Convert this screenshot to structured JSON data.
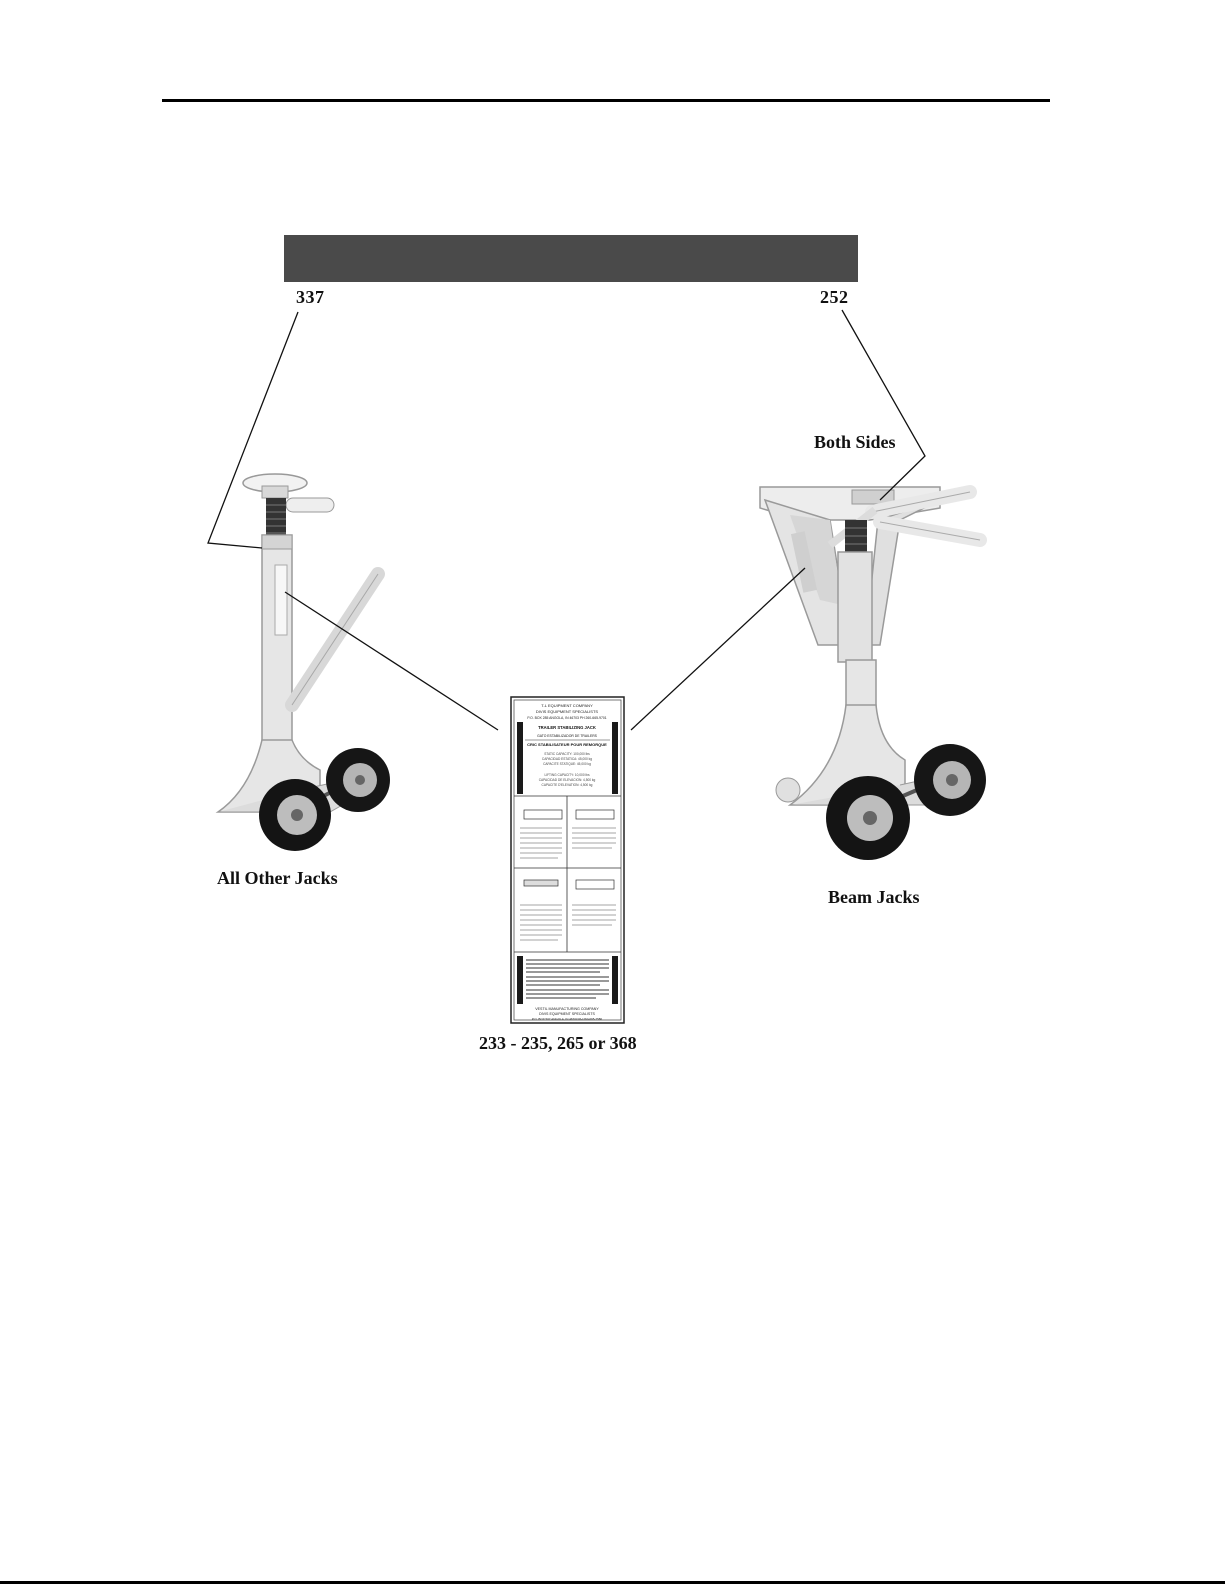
{
  "references": {
    "left_top": "337",
    "right_top": "252",
    "decal": "233 - 235, 265 or 368"
  },
  "captions": {
    "both_sides": "Both Sides",
    "all_other_jacks": "All Other Jacks",
    "beam_jacks": "Beam Jacks"
  },
  "decal": {
    "header_lines": [
      "T-L EQUIPMENT COMPANY",
      "DIVIS EQUIPMENT SPECIALISTS",
      "P.O. BOX 285 ANGOLA, IN 46703 PH 260-665-9701"
    ],
    "title_en": "TRAILER STABILIZING JACK",
    "title_es": "GATO ESTABILIZADOR DE TRAILERS",
    "title_fr": "CRIC STABILISATEUR POUR REMORQUE",
    "capacity_lines": [
      "STATIC CAPACITY: 100,000 lbs",
      "CAPACIDAD ESTATICA: 45,000 kg",
      "CAPACITE STATIQUE: 45,000 kg",
      "LIFTING CAPACITY: 10,000 lbs",
      "CAPACIDAD DE ELEVACION: 4,500 kg",
      "CAPACITE D'ELEVATION: 4,500 kg"
    ],
    "footer_lines": [
      "VESTIL MANUFACTURING COMPANY",
      "DIVIS EQUIPMENT SPECIALISTS",
      "P.O. BOX 507 ANGOLA, IN 46703 PH 260-665-7586"
    ]
  },
  "colors": {
    "header_bar": "#4a4a4a",
    "jack_body": "#e6e6e6",
    "jack_outline": "#9a9a9a",
    "tire": "#141414"
  }
}
